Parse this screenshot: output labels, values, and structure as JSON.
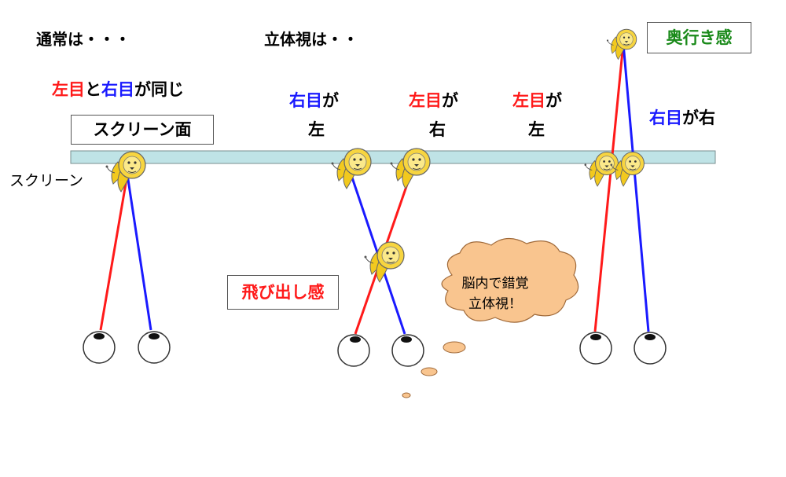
{
  "headings": {
    "normal": "通常は・・・",
    "stereo": "立体視は・・"
  },
  "normal_case": {
    "left_eye": "左目",
    "and": "と",
    "right_eye": "右目",
    "same": "が同じ"
  },
  "screen_plane_box": "スクリーン面",
  "screen_label": "スクリーン",
  "popout_case": {
    "right_eye": "右目",
    "ga": "が",
    "left_side": "左",
    "left_eye": "左目",
    "ga2": "が",
    "right_side": "右"
  },
  "depth_case": {
    "left_eye": "左目",
    "ga": "が",
    "left_side": "左",
    "right_eye": "右目",
    "ga_right": "が右"
  },
  "popout_box": "飛び出し感",
  "depth_box": "奥行き感",
  "thought_bubble": {
    "line1": "脳内で錯覚",
    "line2": "立体視！"
  },
  "colors": {
    "left_eye_ray": "#ff1a1a",
    "right_eye_ray": "#1a1aff",
    "screen_fill": "#bfe3e6",
    "bubble_fill": "#f9c58f",
    "depth_text": "#1a8a1a",
    "lion_fill": "#f2c91e"
  },
  "icons": [
    "eyeball",
    "lion-head",
    "thought-cloud"
  ]
}
